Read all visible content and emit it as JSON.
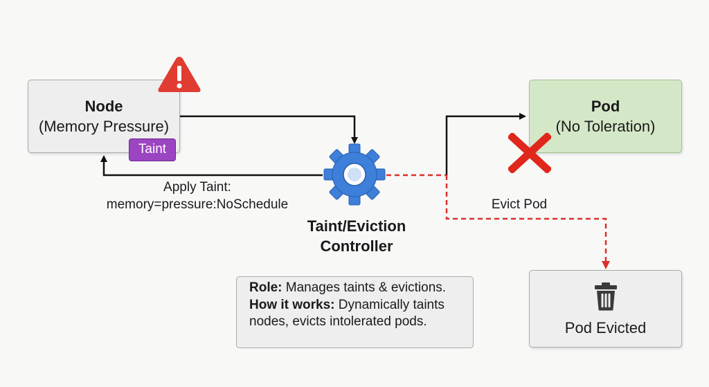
{
  "node": {
    "title": "Node",
    "subtitle": "(Memory Pressure)",
    "badge": "Taint"
  },
  "pod": {
    "title": "Pod",
    "subtitle": "(No Toleration)"
  },
  "controller": {
    "line1": "Taint/Eviction",
    "line2": "Controller"
  },
  "edges": {
    "apply_taint_line1": "Apply Taint:",
    "apply_taint_line2": "memory=pressure:NoSchedule",
    "evict": "Evict Pod"
  },
  "evicted": {
    "label": "Pod Evicted"
  },
  "info": {
    "role_label": "Role:",
    "role_text": " Manages taints & evictions.",
    "how_label": "How it works:",
    "how_text_line1": " Dynamically taints",
    "how_text_line2": "nodes, evicts intolerated pods."
  },
  "colors": {
    "warning": "#e03c31",
    "gear": "#3d7fd9",
    "taint_badge": "#9b45c2",
    "pod_fill": "#d4e8c8",
    "evict_arrow": "#d9302a",
    "reject_mark": "#e0271c"
  },
  "icons": {
    "warning": "warning-triangle-icon",
    "gear": "gear-icon",
    "reject": "x-mark-icon",
    "trash": "trash-icon"
  }
}
